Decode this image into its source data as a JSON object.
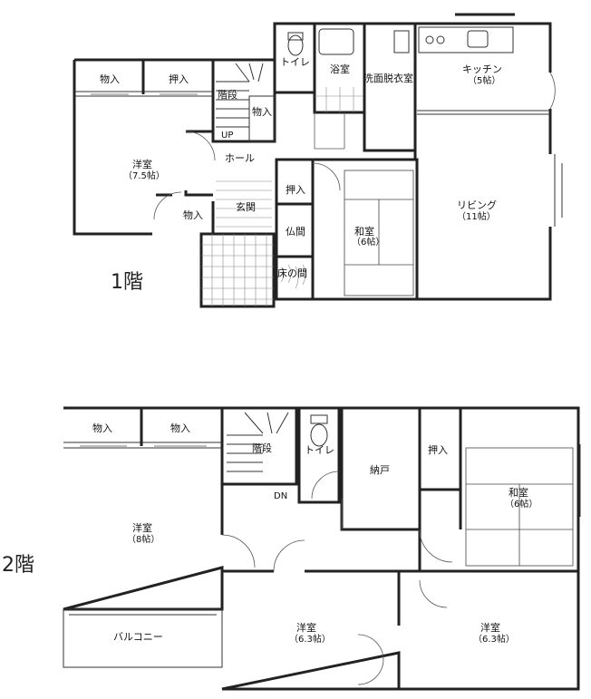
{
  "floor1": {
    "caption": "1階",
    "rooms": {
      "youshitsu": "洋室",
      "youshitsu_size": "（7.5帖）",
      "closet_a": "物入",
      "closet_b": "押入",
      "stairs": "階段",
      "closet_stair": "物入",
      "up": "UP",
      "toilet": "トイレ",
      "bath": "浴室",
      "washroom": "洗面脱衣室",
      "kitchen": "キッチン",
      "kitchen_size": "（5帖）",
      "hall": "ホール",
      "closet_entry": "物入",
      "entrance": "玄関",
      "oshiire": "押入",
      "butsuma": "仏間",
      "tokonoma": "床の間",
      "washitsu": "和室",
      "washitsu_size": "（6帖）",
      "living": "リビング",
      "living_size": "（11帖）"
    }
  },
  "floor2": {
    "caption": "2階",
    "rooms": {
      "closet_a": "物入",
      "closet_b": "物入",
      "youshitsu": "洋室",
      "youshitsu_size": "（8帖）",
      "balcony": "バルコニー",
      "stairs": "階段",
      "dn": "DN",
      "toilet": "トイレ",
      "nando": "納戸",
      "oshiire": "押入",
      "washitsu": "和室",
      "washitsu_size": "（6帖）",
      "youshitsu_mid": "洋室",
      "youshitsu_mid_size": "（6.3帖）",
      "youshitsu_right": "洋室",
      "youshitsu_right_size": "（6.3帖）"
    }
  }
}
